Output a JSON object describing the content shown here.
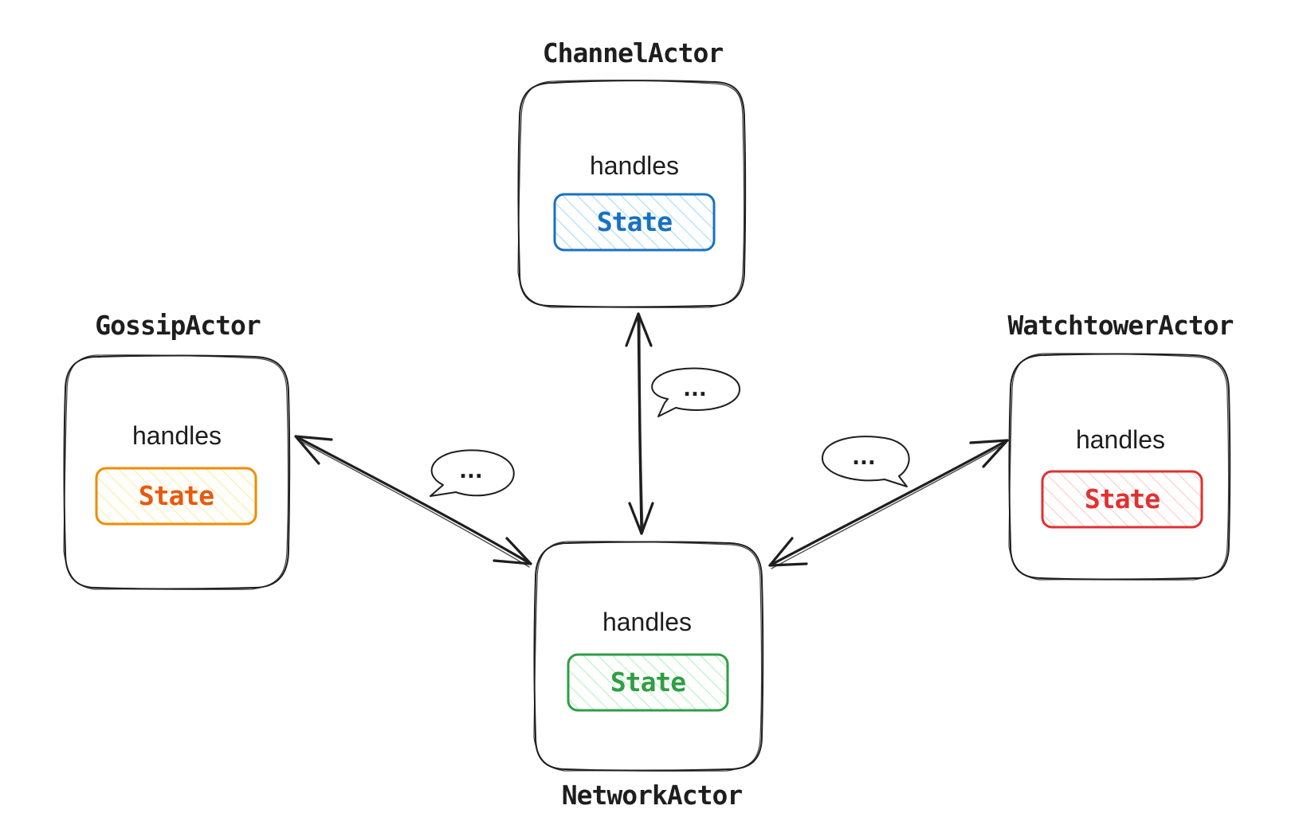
{
  "actors": {
    "channel": {
      "title": "ChannelActor",
      "handles": "handles",
      "state": "State",
      "color": "#1971c2",
      "hatch": "#a5d8ff"
    },
    "gossip": {
      "title": "GossipActor",
      "handles": "handles",
      "state": "State",
      "color": "#f08c00",
      "hatch": "#ffec99"
    },
    "watchtower": {
      "title": "WatchtowerActor",
      "handles": "handles",
      "state": "State",
      "color": "#e03131",
      "hatch": "#ffc9c9"
    },
    "network": {
      "title": "NetworkActor",
      "handles": "handles",
      "state": "State",
      "color": "#2f9e44",
      "hatch": "#b2f2bb"
    }
  },
  "messages": {
    "channel_network": "...",
    "gossip_network": "...",
    "watchtower_network": "..."
  }
}
